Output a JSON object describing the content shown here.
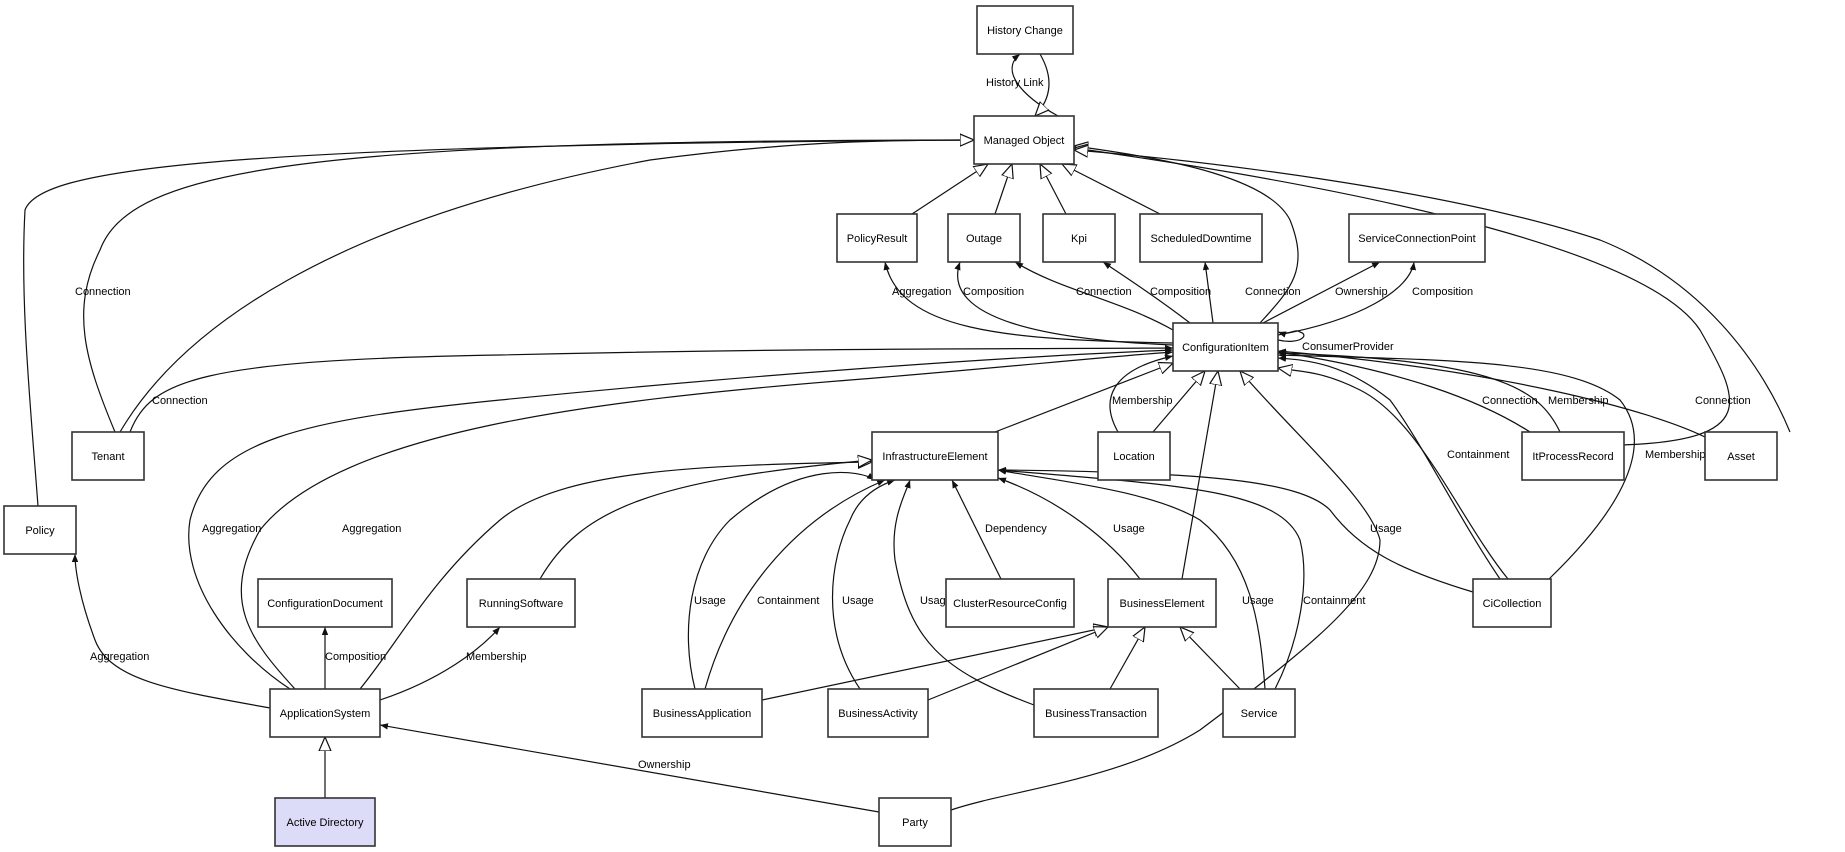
{
  "diagram": {
    "nodes": [
      {
        "id": "history-change",
        "label": "History Change"
      },
      {
        "id": "managed-object",
        "label": "Managed Object"
      },
      {
        "id": "policy-result",
        "label": "PolicyResult"
      },
      {
        "id": "outage",
        "label": "Outage"
      },
      {
        "id": "kpi",
        "label": "Kpi"
      },
      {
        "id": "scheduled-downtime",
        "label": "ScheduledDowntime"
      },
      {
        "id": "service-connection-point",
        "label": "ServiceConnectionPoint"
      },
      {
        "id": "configuration-item",
        "label": "ConfigurationItem"
      },
      {
        "id": "tenant",
        "label": "Tenant"
      },
      {
        "id": "policy",
        "label": "Policy"
      },
      {
        "id": "infrastructure-element",
        "label": "InfrastructureElement"
      },
      {
        "id": "location",
        "label": "Location"
      },
      {
        "id": "it-process-record",
        "label": "ItProcessRecord"
      },
      {
        "id": "asset",
        "label": "Asset"
      },
      {
        "id": "configuration-document",
        "label": "ConfigurationDocument"
      },
      {
        "id": "running-software",
        "label": "RunningSoftware"
      },
      {
        "id": "cluster-resource-config",
        "label": "ClusterResourceConfig"
      },
      {
        "id": "business-element",
        "label": "BusinessElement"
      },
      {
        "id": "ci-collection",
        "label": "CiCollection"
      },
      {
        "id": "application-system",
        "label": "ApplicationSystem"
      },
      {
        "id": "business-application",
        "label": "BusinessApplication"
      },
      {
        "id": "business-activity",
        "label": "BusinessActivity"
      },
      {
        "id": "business-transaction",
        "label": "BusinessTransaction"
      },
      {
        "id": "service",
        "label": "Service"
      },
      {
        "id": "active-directory",
        "label": "Active Directory",
        "highlighted": true
      },
      {
        "id": "party",
        "label": "Party"
      }
    ],
    "edges": [
      {
        "from": "managed-object",
        "to": "history-change",
        "label": "History Link",
        "arrow": "filled"
      },
      {
        "from": "history-change",
        "to": "managed-object",
        "label": "",
        "arrow": "hollow"
      },
      {
        "from": "tenant",
        "to": "managed-object",
        "label": "Connection",
        "arrow": "filled"
      },
      {
        "from": "tenant",
        "to": "managed-object",
        "label": "",
        "arrow": "hollow"
      },
      {
        "from": "policy",
        "to": "managed-object",
        "label": "",
        "arrow": "hollow"
      },
      {
        "from": "policy-result",
        "to": "managed-object",
        "label": "",
        "arrow": "hollow"
      },
      {
        "from": "outage",
        "to": "managed-object",
        "label": "",
        "arrow": "hollow"
      },
      {
        "from": "kpi",
        "to": "managed-object",
        "label": "",
        "arrow": "hollow"
      },
      {
        "from": "scheduled-downtime",
        "to": "managed-object",
        "label": "",
        "arrow": "hollow"
      },
      {
        "from": "configuration-item",
        "to": "managed-object",
        "label": "",
        "arrow": "hollow"
      },
      {
        "from": "it-process-record",
        "to": "managed-object",
        "label": "",
        "arrow": "hollow"
      },
      {
        "from": "asset",
        "to": "managed-object",
        "label": "",
        "arrow": "hollow"
      },
      {
        "from": "configuration-item",
        "to": "policy-result",
        "label": "Aggregation",
        "arrow": "filled"
      },
      {
        "from": "configuration-item",
        "to": "outage",
        "label": "Composition",
        "arrow": "filled"
      },
      {
        "from": "configuration-item",
        "to": "outage",
        "label": "Connection",
        "arrow": "filled"
      },
      {
        "from": "configuration-item",
        "to": "kpi",
        "label": "Composition",
        "arrow": "filled"
      },
      {
        "from": "configuration-item",
        "to": "scheduled-downtime",
        "label": "Connection",
        "arrow": "filled"
      },
      {
        "from": "configuration-item",
        "to": "service-connection-point",
        "label": "Ownership",
        "arrow": "filled"
      },
      {
        "from": "configuration-item",
        "to": "service-connection-point",
        "label": "Composition",
        "arrow": "filled"
      },
      {
        "from": "configuration-item",
        "to": "configuration-item",
        "label": "ConsumerProvider",
        "arrow": "filled"
      },
      {
        "from": "tenant",
        "to": "configuration-item",
        "label": "Connection",
        "arrow": "filled"
      },
      {
        "from": "application-system",
        "to": "configuration-item",
        "label": "Aggregation",
        "arrow": "filled"
      },
      {
        "from": "application-system",
        "to": "configuration-item",
        "label": "Aggregation",
        "arrow": "filled"
      },
      {
        "from": "infrastructure-element",
        "to": "configuration-item",
        "label": "",
        "arrow": "hollow"
      },
      {
        "from": "location",
        "to": "configuration-item",
        "label": "Membership",
        "arrow": "filled"
      },
      {
        "from": "location",
        "to": "configuration-item",
        "label": "",
        "arrow": "hollow"
      },
      {
        "from": "business-element",
        "to": "configuration-item",
        "label": "",
        "arrow": "hollow"
      },
      {
        "from": "party",
        "to": "configuration-item",
        "label": "",
        "arrow": "hollow"
      },
      {
        "from": "ci-collection",
        "to": "configuration-item",
        "label": "",
        "arrow": "hollow"
      },
      {
        "from": "ci-collection",
        "to": "configuration-item",
        "label": "Containment",
        "arrow": "filled"
      },
      {
        "from": "ci-collection",
        "to": "configuration-item",
        "label": "Membership",
        "arrow": "filled"
      },
      {
        "from": "it-process-record",
        "to": "configuration-item",
        "label": "Connection",
        "arrow": "filled"
      },
      {
        "from": "it-process-record",
        "to": "configuration-item",
        "label": "Membership",
        "arrow": "filled"
      },
      {
        "from": "asset",
        "to": "configuration-item",
        "label": "Connection",
        "arrow": "filled"
      },
      {
        "from": "application-system",
        "to": "infrastructure-element",
        "label": "",
        "arrow": "hollow"
      },
      {
        "from": "running-software",
        "to": "infrastructure-element",
        "label": "",
        "arrow": "hollow"
      },
      {
        "from": "business-application",
        "to": "infrastructure-element",
        "label": "Usage",
        "arrow": "filled"
      },
      {
        "from": "business-application",
        "to": "infrastructure-element",
        "label": "Containment",
        "arrow": "filled"
      },
      {
        "from": "business-activity",
        "to": "infrastructure-element",
        "label": "Usage",
        "arrow": "filled"
      },
      {
        "from": "business-transaction",
        "to": "infrastructure-element",
        "label": "Usage",
        "arrow": "filled"
      },
      {
        "from": "cluster-resource-config",
        "to": "infrastructure-element",
        "label": "Dependency",
        "arrow": "filled"
      },
      {
        "from": "business-element",
        "to": "infrastructure-element",
        "label": "Usage",
        "arrow": "filled"
      },
      {
        "from": "service",
        "to": "infrastructure-element",
        "label": "Usage",
        "arrow": "filled"
      },
      {
        "from": "service",
        "to": "infrastructure-element",
        "label": "Containment",
        "arrow": "filled"
      },
      {
        "from": "ci-collection",
        "to": "infrastructure-element",
        "label": "Usage",
        "arrow": "filled"
      },
      {
        "from": "application-system",
        "to": "policy",
        "label": "Aggregation",
        "arrow": "filled"
      },
      {
        "from": "application-system",
        "to": "configuration-document",
        "label": "Composition",
        "arrow": "filled"
      },
      {
        "from": "application-system",
        "to": "running-software",
        "label": "Membership",
        "arrow": "filled"
      },
      {
        "from": "business-application",
        "to": "business-element",
        "label": "",
        "arrow": "hollow"
      },
      {
        "from": "business-activity",
        "to": "business-element",
        "label": "",
        "arrow": "hollow"
      },
      {
        "from": "business-transaction",
        "to": "business-element",
        "label": "",
        "arrow": "hollow"
      },
      {
        "from": "service",
        "to": "business-element",
        "label": "",
        "arrow": "hollow"
      },
      {
        "from": "active-directory",
        "to": "application-system",
        "label": "",
        "arrow": "hollow"
      },
      {
        "from": "party",
        "to": "application-system",
        "label": "Ownership",
        "arrow": "filled"
      }
    ]
  }
}
